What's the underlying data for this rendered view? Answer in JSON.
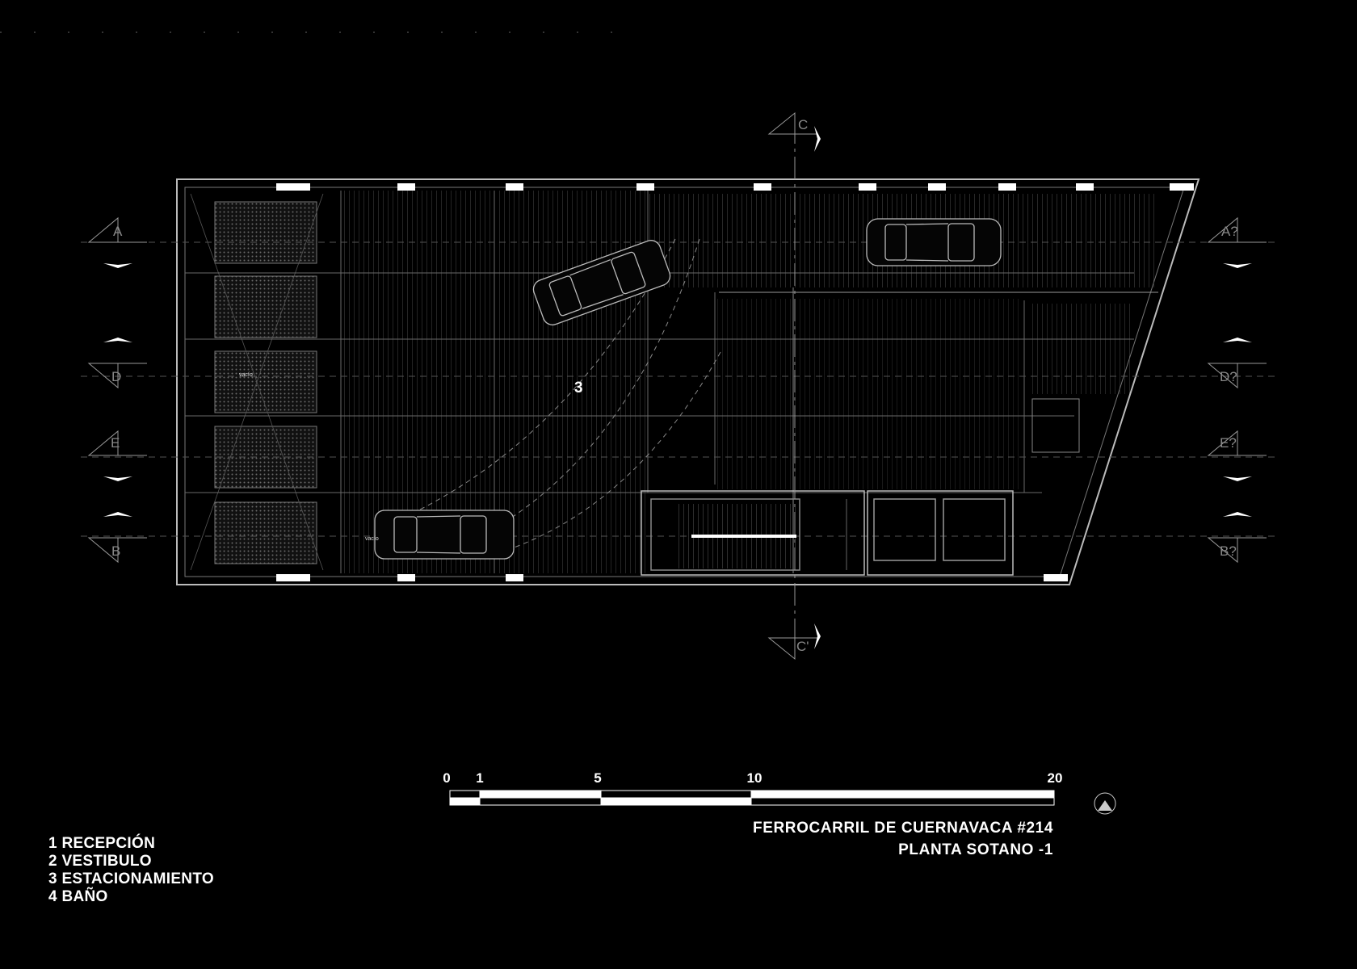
{
  "legend": {
    "items": [
      "1 RECEPCIÓN",
      "2 VESTIBULO",
      "3 ESTACIONAMIENTO",
      "4 BAÑO"
    ]
  },
  "title": {
    "line1": "FERROCARRIL DE CUERNAVACA #214",
    "line2": "PLANTA SOTANO  -1"
  },
  "scale_bar": {
    "labels": [
      "0",
      "1",
      "5",
      "10",
      "20"
    ]
  },
  "plan": {
    "space_number": "3",
    "void_labels": [
      "vacío",
      "vacío"
    ],
    "section_marks": {
      "left": [
        "A",
        "D",
        "E",
        "B"
      ],
      "right": [
        "A?",
        "D?",
        "E?",
        "B?"
      ],
      "top": "C",
      "bottom": "C'"
    }
  },
  "colors": {
    "background": "#000000",
    "ink": "#ffffff",
    "line": "#9a9a9a"
  }
}
